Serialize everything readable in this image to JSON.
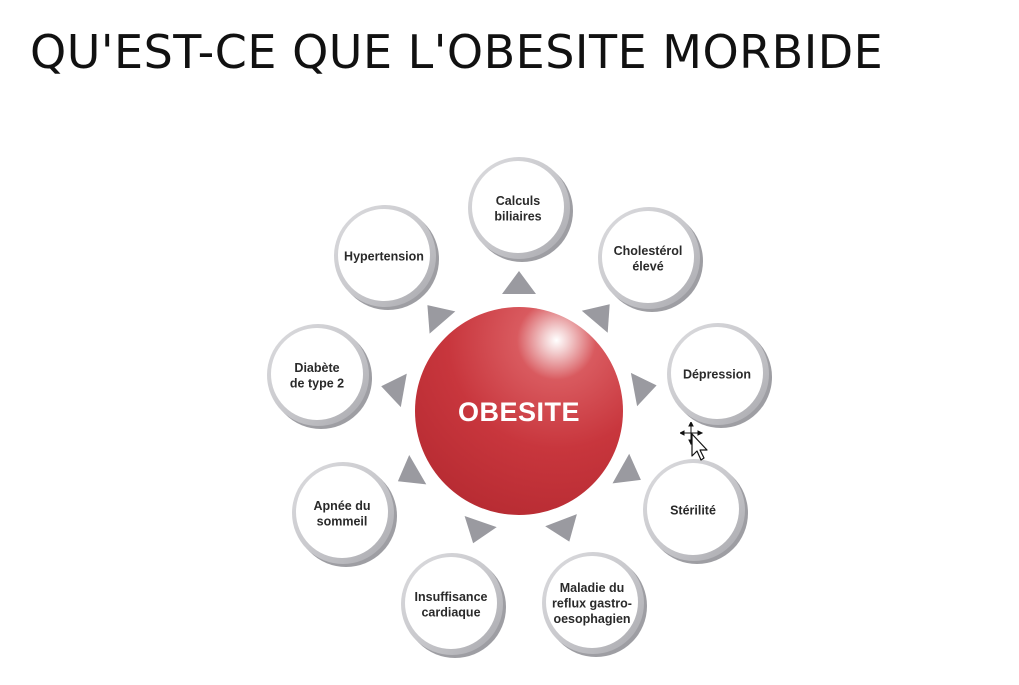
{
  "slide": {
    "title": "QU'EST-CE QUE L'OBESITE MORBIDE"
  },
  "diagram": {
    "center": {
      "label": "OBESITE",
      "color": "#c8363d"
    },
    "arrow_color": "#9a9aa0",
    "ring_color": "#c2c2c6",
    "nodes": [
      {
        "lines": [
          "Calculs",
          "biliaires"
        ]
      },
      {
        "lines": [
          "Cholestérol",
          "élevé"
        ]
      },
      {
        "lines": [
          "Dépression"
        ]
      },
      {
        "lines": [
          "Stérilité"
        ]
      },
      {
        "lines": [
          "Maladie du",
          "reflux gastro-",
          "oesophagien"
        ]
      },
      {
        "lines": [
          "Insuffisance",
          "cardiaque"
        ]
      },
      {
        "lines": [
          "Apnée du",
          "sommeil"
        ]
      },
      {
        "lines": [
          "Diabète",
          "de type 2"
        ]
      },
      {
        "lines": [
          "Hypertension"
        ]
      }
    ]
  }
}
